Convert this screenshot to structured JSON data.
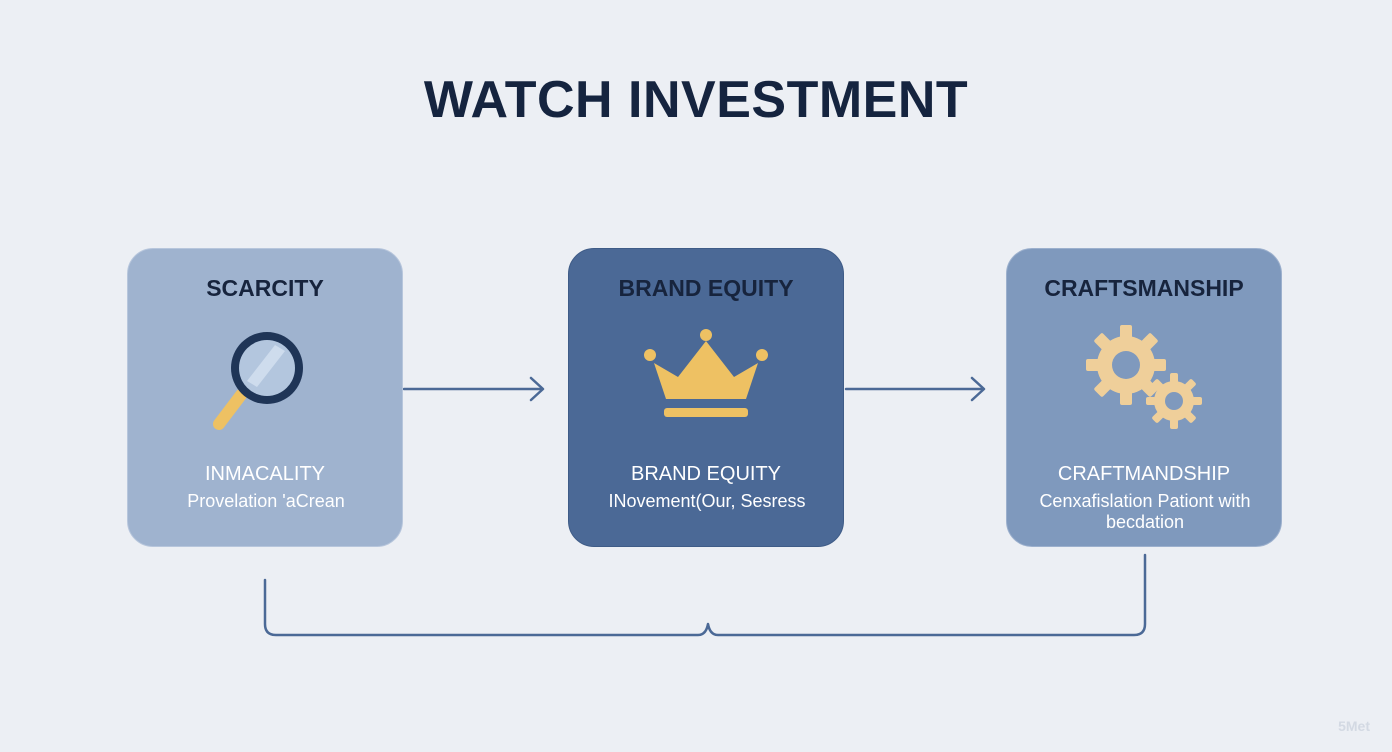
{
  "title": "WATCH INVESTMENT",
  "cards": [
    {
      "heading": "SCARCITY",
      "icon": "magnifying-glass-icon",
      "subtitle": "INMACALITY",
      "description": "Provelation 'aCrean"
    },
    {
      "heading": "BRAND EQUITY",
      "icon": "crown-icon",
      "subtitle": "BRAND EQUITY",
      "description": "INovement(Our, Sesress"
    },
    {
      "heading": "CRAFTSMANSHIP",
      "icon": "gears-icon",
      "subtitle": "CRAFTMANDSHIP",
      "description": "Cenxafislation Pationt with becdation"
    }
  ],
  "watermark": "5Met",
  "colors": {
    "background": "#eceff4",
    "title": "#15243f",
    "card_scarcity": "#9fb3cf",
    "card_brand_equity": "#4b6996",
    "card_craftsmanship": "#7f99bd",
    "connector": "#4b6996",
    "icon_gold": "#eec163"
  }
}
